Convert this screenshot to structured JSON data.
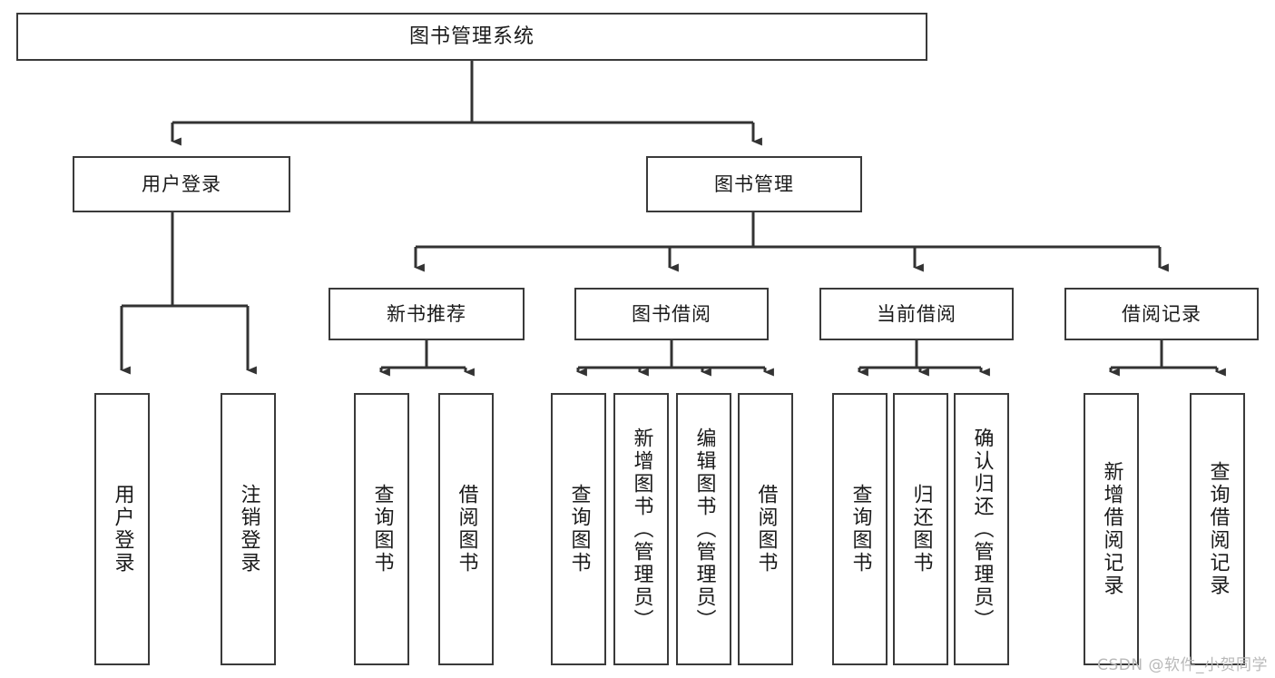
{
  "diagram": {
    "title": "图书管理系统",
    "type": "hierarchy-tree",
    "watermark": "CSDN @软件_小贺同学",
    "colors": {
      "box_border": "#3a3a3a",
      "box_fill": "#ffffff",
      "connector": "#333333",
      "text": "#1a1a1a",
      "watermark": "#b9b9b9"
    },
    "nodes": {
      "root": {
        "label": "图书管理系统"
      },
      "tier1": [
        {
          "label": "用户登录"
        },
        {
          "label": "图书管理"
        }
      ],
      "tier2": [
        {
          "label": "新书推荐"
        },
        {
          "label": "图书借阅"
        },
        {
          "label": "当前借阅"
        },
        {
          "label": "借阅记录"
        }
      ],
      "leaves": {
        "user_login": [
          {
            "label": "用户登录"
          },
          {
            "label": "注销登录"
          }
        ],
        "new_book_recommend": [
          {
            "label": "查询图书"
          },
          {
            "label": "借阅图书"
          }
        ],
        "book_borrow": [
          {
            "label": "查询图书"
          },
          {
            "label": "新增图书（管理员）"
          },
          {
            "label": "编辑图书（管理员）"
          },
          {
            "label": "借阅图书"
          }
        ],
        "current_borrow": [
          {
            "label": "查询图书"
          },
          {
            "label": "归还图书"
          },
          {
            "label": "确认归还（管理员）"
          }
        ],
        "borrow_record": [
          {
            "label": "新增借阅记录"
          },
          {
            "label": "查询借阅记录"
          }
        ]
      }
    }
  }
}
